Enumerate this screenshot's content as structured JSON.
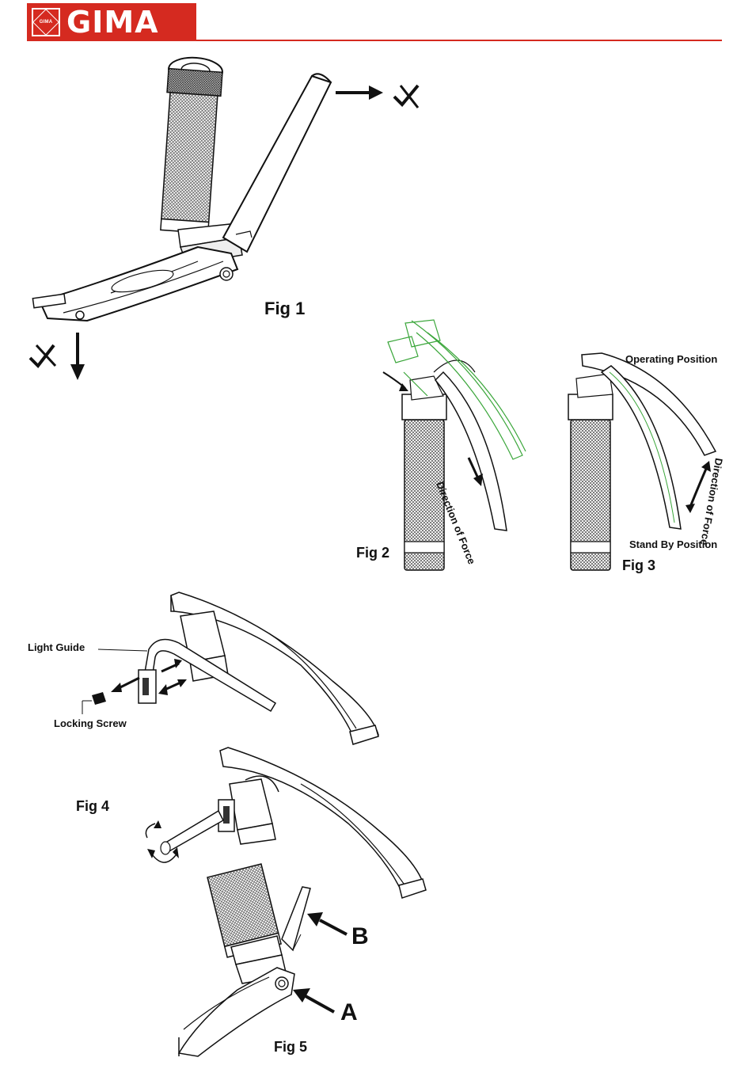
{
  "header": {
    "brand": "GIMA",
    "brand_color": "#d52a20",
    "badge_text": "GIMA"
  },
  "figures": {
    "fig1": {
      "label": "Fig 1"
    },
    "fig2": {
      "label": "Fig 2",
      "annotation": "Direction of Force"
    },
    "fig3": {
      "label": "Fig 3",
      "operating": "Operating Position",
      "standby": "Stand By Position",
      "annotation": "Direction of Force"
    },
    "fig4": {
      "label": "Fig 4",
      "light_guide": "Light Guide",
      "locking_screw": "Locking Screw"
    },
    "fig5": {
      "label": "Fig 5",
      "point_a": "A",
      "point_b": "B"
    }
  },
  "icons": [
    "x-mark-icon",
    "arrow-right-icon",
    "arrow-down-icon",
    "laryngoscope-illustration"
  ]
}
